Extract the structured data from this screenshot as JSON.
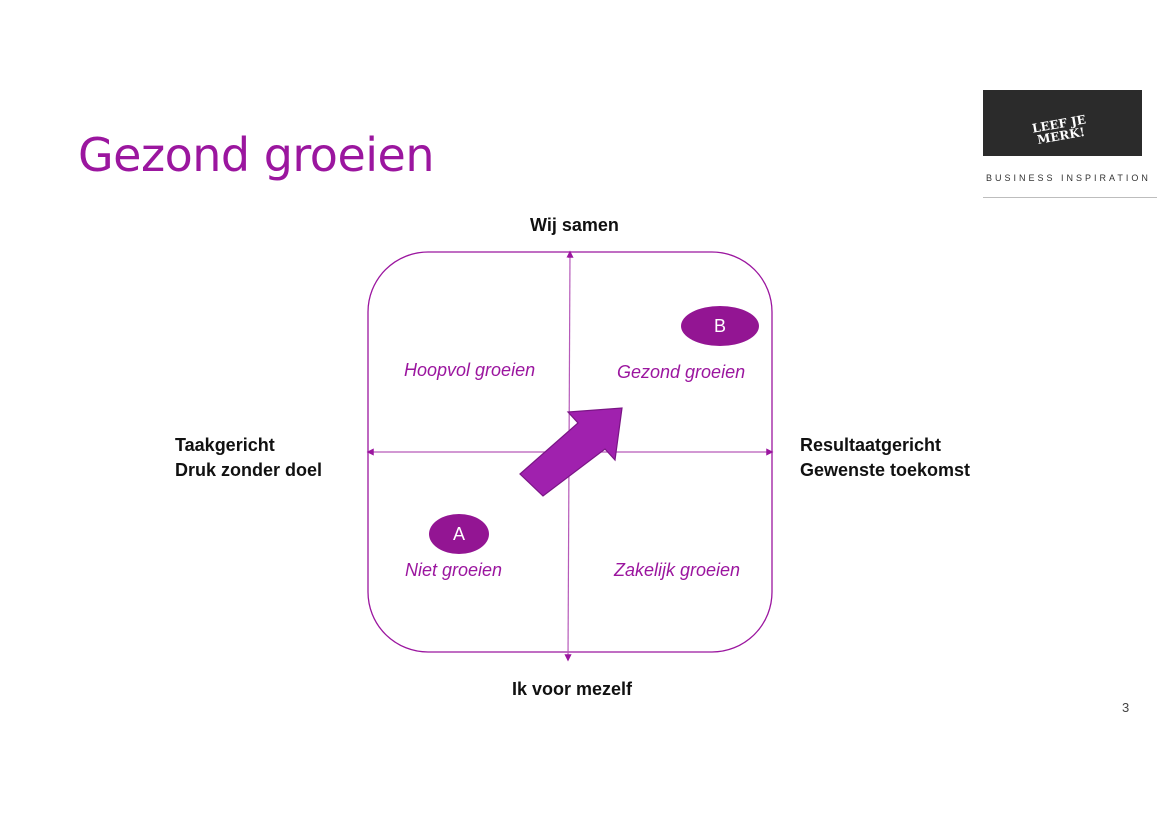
{
  "slide": {
    "title": "Gezond groeien",
    "page_number": "3"
  },
  "logo": {
    "line1": "LEEF JE",
    "line2": "MERK!",
    "tagline": "BUSINESS INSPIRATION",
    "box_color": "#2b2b2b"
  },
  "diagram": {
    "axes": {
      "top": "Wij samen",
      "bottom": "Ik voor mezelf",
      "left_line1": "Taakgericht",
      "left_line2": "Druk zonder doel",
      "right_line1": "Resultaatgericht",
      "right_line2": "Gewenste toekomst"
    },
    "quadrants": {
      "top_left": "Hoopvol groeien",
      "top_right": "Gezond groeien",
      "bottom_left": "Niet groeien",
      "bottom_right": "Zakelijk groeien"
    },
    "markers": {
      "start": "A",
      "target": "B"
    },
    "colors": {
      "accent": "#9b169f",
      "badge": "#931593",
      "arrow_fill": "#a021ae",
      "arrow_stroke": "#7a1585"
    }
  }
}
